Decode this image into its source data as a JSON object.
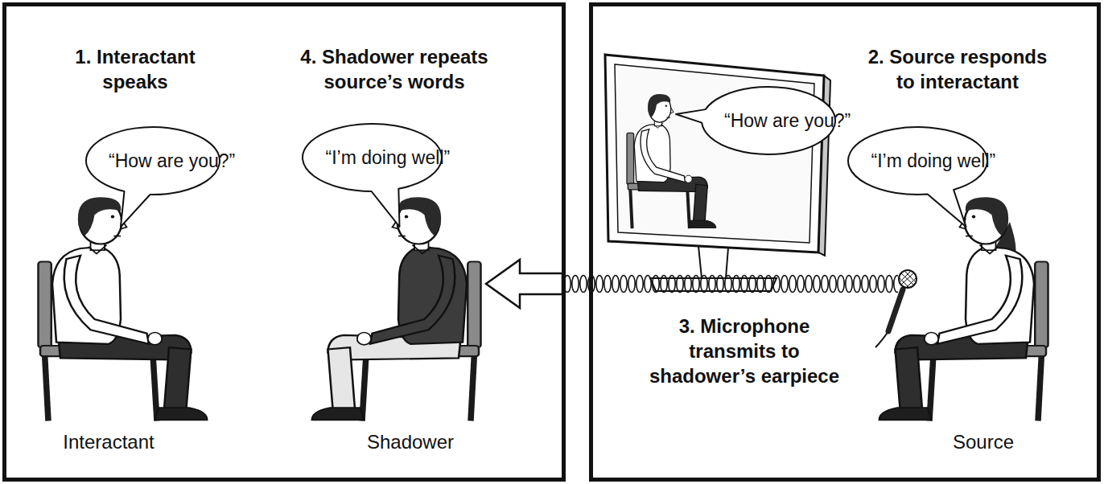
{
  "diagram": {
    "nodes": [
      {
        "text": [
          "1. Interactant speaks",
          "4. Shadower repeats source’s words",
          "Interactant",
          "Shadower"
        ]
      },
      {
        "text": [
          "“How are you?”"
        ],
        "in": 0
      },
      {
        "text": [
          "“I’m doing well”"
        ],
        "in": 0
      },
      {
        "text": [
          "2. Source responds to interactant",
          "3. Microphone transmits to shadower’s earpiece",
          "Source"
        ]
      },
      {
        "text": [
          "“How are you?”"
        ],
        "in": 3
      },
      {
        "text": [
          "“I’m doing well”"
        ],
        "in": 3
      }
    ]
  }
}
